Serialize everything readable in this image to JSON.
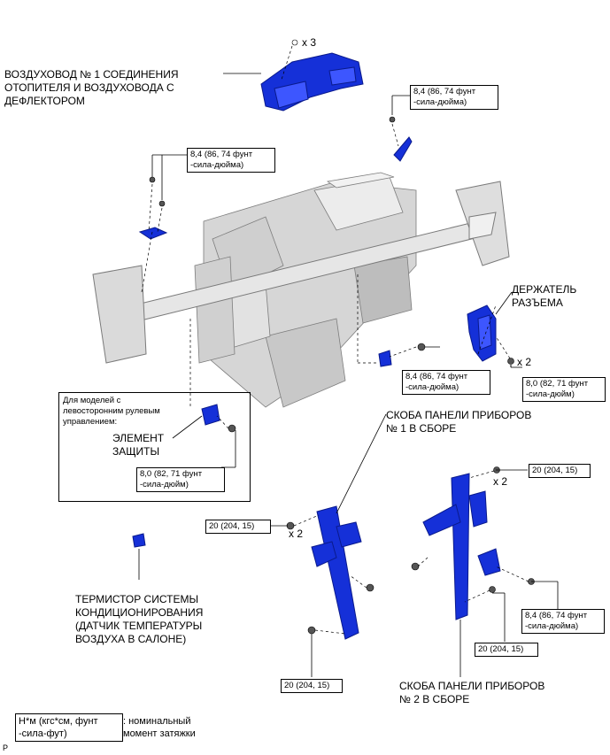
{
  "labels": {
    "duct1": [
      "ВОЗДУХОВОД № 1 СОЕДИНЕНИЯ",
      "ОТОПИТЕЛЯ И ВОЗДУХОВОДА С",
      "ДЕФЛЕКТОРОМ"
    ],
    "holder": [
      "ДЕРЖАТЕЛЬ",
      "РАЗЪЕМА"
    ],
    "protect": [
      "ЭЛЕМЕНТ",
      "ЗАЩИТЫ"
    ],
    "bracket1": [
      "СКОБА ПАНЕЛИ ПРИБОРОВ",
      "№ 1 В СБОРЕ"
    ],
    "thermistor": [
      "ТЕРМИСТОР СИСТЕМЫ",
      "КОНДИЦИОНИРОВАНИЯ",
      "(ДАТЧИК ТЕМПЕРАТУРЫ",
      "ВОЗДУХА В САЛОНЕ)"
    ],
    "bracket2": [
      "СКОБА ПАНЕЛИ ПРИБОРОВ",
      "№ 2 В СБОРЕ"
    ]
  },
  "torques": {
    "t_top_right": [
      "8,4 (86, 74 фунт",
      "-сила-дюйма)"
    ],
    "t_top_left": [
      "8,4 (86, 74 фунт",
      "-сила-дюйма)"
    ],
    "t_mid": [
      "8,4 (86, 74 фунт",
      "-сила-дюйма)"
    ],
    "t_holder": [
      "8,0 (82, 71 фунт",
      "-сила-дюйм)"
    ],
    "t_protect": [
      "8,0 (82, 71 фунт",
      "-сила-дюйм)"
    ],
    "t_b2_top": "20 (204, 15)",
    "t_b1_top": "20 (204, 15)",
    "t_b2_right": [
      "8,4 (86, 74 фунт",
      "-сила-дюйма)"
    ],
    "t_b2_low": "20 (204, 15)",
    "t_b1_low": "20 (204, 15)"
  },
  "multipliers": {
    "x3": "x 3",
    "x2_holder": "x 2",
    "x2_b2": "x 2",
    "x2_b1": "x 2"
  },
  "note": [
    "Для моделей с",
    "левосторонним рулевым",
    "управлением:"
  ],
  "legend": {
    "box": [
      "Н*м (кгс*см, фунт",
      "-сила-фут)"
    ],
    "text": [
      ": номинальный",
      "момент затяжки"
    ]
  },
  "page_mark": "P",
  "colors": {
    "part_blue": "#1530d8",
    "part_blue_dark": "#0a1a8c",
    "hvac_gray": "#d9d9d9",
    "hvac_line": "#8a8a8a"
  }
}
